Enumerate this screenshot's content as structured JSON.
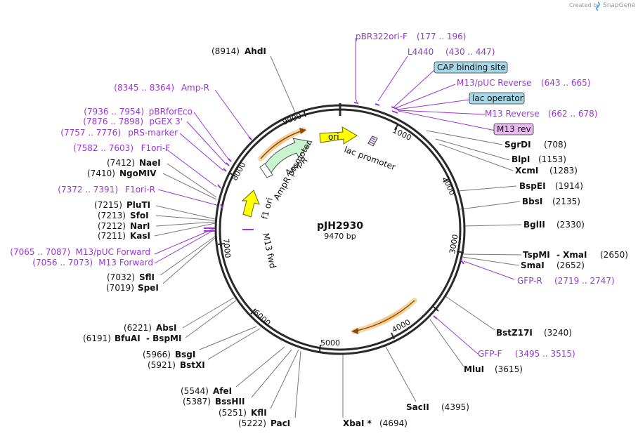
{
  "credit": {
    "prefix": "Created by",
    "brand": "SnapGene",
    "logo_icon": "snapgene-logo-icon"
  },
  "plasmid": {
    "name": "pJH2930",
    "length_label": "9470 bp"
  },
  "ticks": [
    "1000",
    "2000",
    "3000",
    "4000",
    "5000",
    "6000",
    "7000",
    "9000",
    "8000"
  ],
  "enzymes": [
    {
      "name": "AhdI",
      "pos": "(8914)"
    },
    {
      "name": "SgrDI",
      "pos": "(708)"
    },
    {
      "name": "BlpI",
      "pos": "(1153)"
    },
    {
      "name": "XcmI",
      "pos": "(1283)"
    },
    {
      "name": "BspEI",
      "pos": "(1914)"
    },
    {
      "name": "BbsI",
      "pos": "(2135)"
    },
    {
      "name": "BglII",
      "pos": "(2330)"
    },
    {
      "name": "TspMI",
      "pos": "(2650)"
    },
    {
      "name": "- XmaI",
      "pos": ""
    },
    {
      "name": "SmaI",
      "pos": "(2652)"
    },
    {
      "name": "BstZ17I",
      "pos": "(3240)"
    },
    {
      "name": "MluI",
      "pos": "(3615)"
    },
    {
      "name": "SacII",
      "pos": "(4395)"
    },
    {
      "name": "XbaI *",
      "pos": "(4694)"
    },
    {
      "name": "PacI",
      "pos": "(5222)"
    },
    {
      "name": "KflI",
      "pos": "(5251)"
    },
    {
      "name": "BssHII",
      "pos": "(5387)"
    },
    {
      "name": "AfeI",
      "pos": "(5544)"
    },
    {
      "name": "BstXI",
      "pos": "(5921)"
    },
    {
      "name": "BsgI",
      "pos": "(5966)"
    },
    {
      "name": "BfuAI",
      "pos": "(6191)"
    },
    {
      "name": "- BspMI",
      "pos": ""
    },
    {
      "name": "AbsI",
      "pos": "(6221)"
    },
    {
      "name": "SpeI",
      "pos": "(7019)"
    },
    {
      "name": "SflI",
      "pos": "(7032)"
    },
    {
      "name": "KasI",
      "pos": "(7211)"
    },
    {
      "name": "NarI",
      "pos": "(7212)"
    },
    {
      "name": "SfoI",
      "pos": "(7213)"
    },
    {
      "name": "PluTI",
      "pos": "(7215)"
    },
    {
      "name": "NgoMIV",
      "pos": "(7410)"
    },
    {
      "name": "NaeI",
      "pos": "(7412)"
    }
  ],
  "primers": [
    {
      "name": "pBR322ori-F",
      "range": "(177 .. 196)"
    },
    {
      "name": "L4440",
      "range": "(430 .. 447)"
    },
    {
      "name": "M13/pUC Reverse",
      "range": "(643 .. 665)"
    },
    {
      "name": "M13 Reverse",
      "range": "(662 .. 678)"
    },
    {
      "name": "GFP-R",
      "range": "(2719 .. 2747)"
    },
    {
      "name": "GFP-F",
      "range": "(3495 .. 3515)"
    },
    {
      "name": "M13 Forward",
      "range": "(7056 .. 7073)"
    },
    {
      "name": "M13/pUC Forward",
      "range": "(7065 .. 7087)"
    },
    {
      "name": "F1ori-R",
      "range": "(7372 .. 7391)"
    },
    {
      "name": "F1ori-F",
      "range": "(7582 .. 7603)"
    },
    {
      "name": "pRS-marker",
      "range": "(7757 .. 7776)"
    },
    {
      "name": "pGEX 3'",
      "range": "(7876 .. 7898)"
    },
    {
      "name": "pBRforEco",
      "range": "(7936 .. 7954)"
    },
    {
      "name": "Amp-R",
      "range": "(8345 .. 8364)"
    }
  ],
  "boxed_features": [
    {
      "name": "CAP binding site",
      "color": "#a8d8e8"
    },
    {
      "name": "lac operator",
      "color": "#a8d8e8"
    },
    {
      "name": "M13 rev",
      "color": "#e8b8f0"
    }
  ],
  "map_features": {
    "ori": "ori",
    "lac_promoter": "lac promoter",
    "ampr": "AmpR",
    "ampr_promoter": "AmpR promoter",
    "f1_ori": "f1 ori",
    "m13_fwd": "M13 fwd"
  },
  "colors": {
    "primer": "#9b35d6",
    "ori": "#ffff00",
    "ampr": "#c8f5d0",
    "orf": "#e8902a"
  }
}
